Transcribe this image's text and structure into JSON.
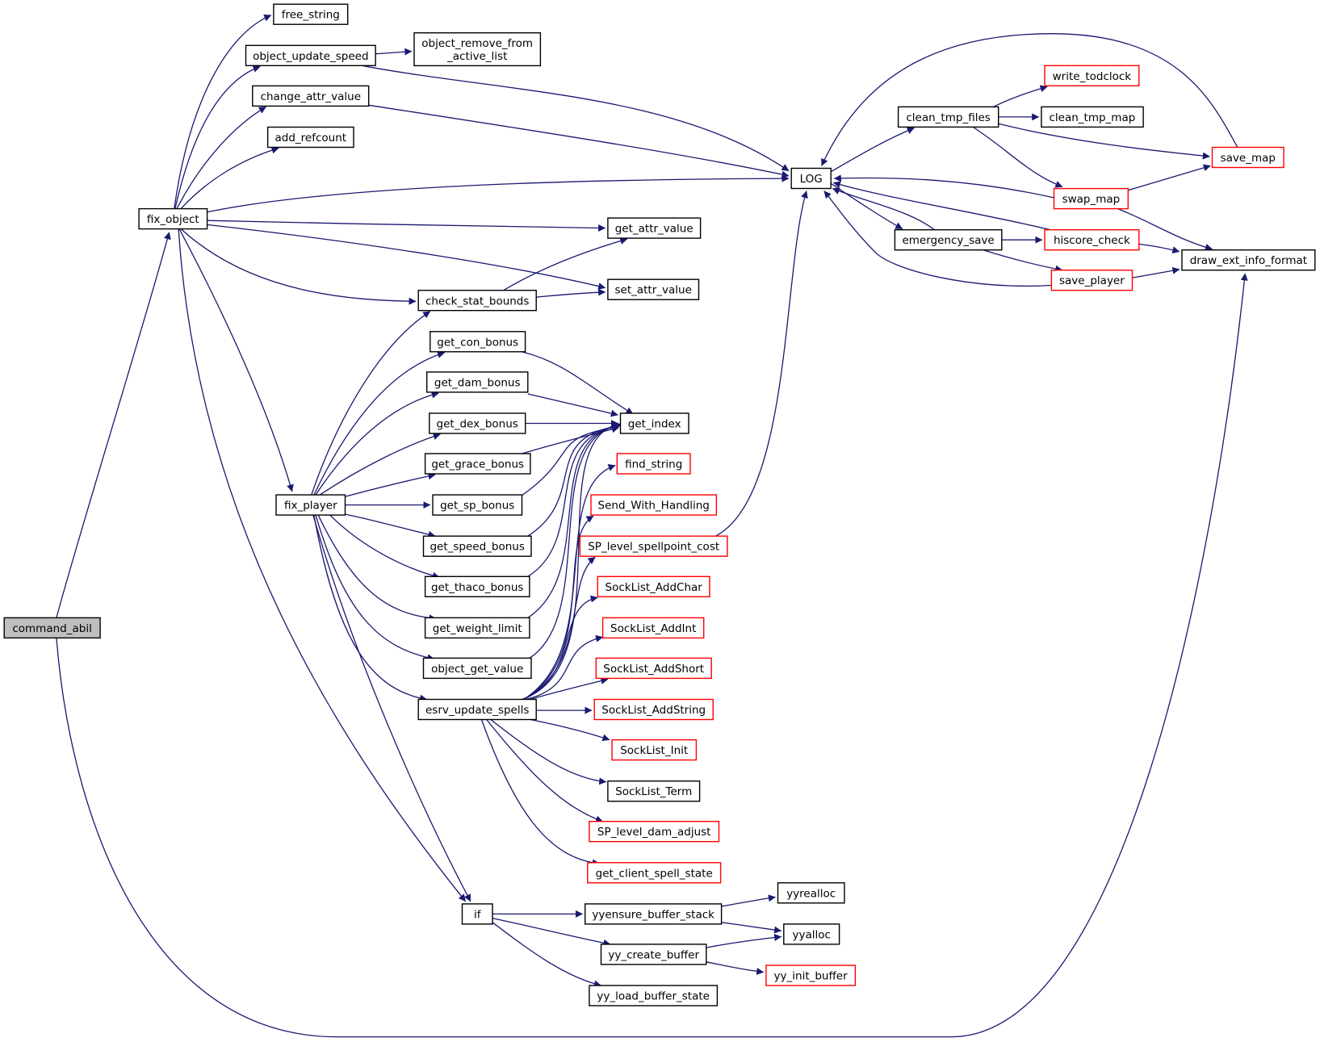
{
  "colors": {
    "edge": "#191970",
    "node_border": "#000000",
    "node_border_truncated": "#ff0000",
    "root_fill": "#bfbfbf",
    "node_fill": "#ffffff"
  },
  "nodes": [
    {
      "id": "command_abil",
      "label": "command_abil",
      "root": true
    },
    {
      "id": "fix_object",
      "label": "fix_object"
    },
    {
      "id": "free_string",
      "label": "free_string"
    },
    {
      "id": "object_update_speed",
      "label": "object_update_speed"
    },
    {
      "id": "object_remove_from_active_list",
      "label": "object_remove_from",
      "label2": "_active_list"
    },
    {
      "id": "change_attr_value",
      "label": "change_attr_value"
    },
    {
      "id": "add_refcount",
      "label": "add_refcount"
    },
    {
      "id": "LOG",
      "label": "LOG"
    },
    {
      "id": "get_attr_value",
      "label": "get_attr_value"
    },
    {
      "id": "set_attr_value",
      "label": "set_attr_value"
    },
    {
      "id": "check_stat_bounds",
      "label": "check_stat_bounds"
    },
    {
      "id": "fix_player",
      "label": "fix_player"
    },
    {
      "id": "get_con_bonus",
      "label": "get_con_bonus"
    },
    {
      "id": "get_dam_bonus",
      "label": "get_dam_bonus"
    },
    {
      "id": "get_dex_bonus",
      "label": "get_dex_bonus"
    },
    {
      "id": "get_grace_bonus",
      "label": "get_grace_bonus"
    },
    {
      "id": "get_sp_bonus",
      "label": "get_sp_bonus"
    },
    {
      "id": "get_speed_bonus",
      "label": "get_speed_bonus"
    },
    {
      "id": "get_thaco_bonus",
      "label": "get_thaco_bonus"
    },
    {
      "id": "get_weight_limit",
      "label": "get_weight_limit"
    },
    {
      "id": "object_get_value",
      "label": "object_get_value"
    },
    {
      "id": "esrv_update_spells",
      "label": "esrv_update_spells"
    },
    {
      "id": "get_index",
      "label": "get_index"
    },
    {
      "id": "find_string",
      "label": "find_string",
      "truncated": true
    },
    {
      "id": "Send_With_Handling",
      "label": "Send_With_Handling",
      "truncated": true
    },
    {
      "id": "SP_level_spellpoint_cost",
      "label": "SP_level_spellpoint_cost",
      "truncated": true
    },
    {
      "id": "SockList_AddChar",
      "label": "SockList_AddChar",
      "truncated": true
    },
    {
      "id": "SockList_AddInt",
      "label": "SockList_AddInt",
      "truncated": true
    },
    {
      "id": "SockList_AddShort",
      "label": "SockList_AddShort",
      "truncated": true
    },
    {
      "id": "SockList_AddString",
      "label": "SockList_AddString",
      "truncated": true
    },
    {
      "id": "SockList_Init",
      "label": "SockList_Init",
      "truncated": true
    },
    {
      "id": "SockList_Term",
      "label": "SockList_Term"
    },
    {
      "id": "SP_level_dam_adjust",
      "label": "SP_level_dam_adjust",
      "truncated": true
    },
    {
      "id": "get_client_spell_state",
      "label": "get_client_spell_state",
      "truncated": true
    },
    {
      "id": "if",
      "label": "if"
    },
    {
      "id": "yyensure_buffer_stack",
      "label": "yyensure_buffer_stack"
    },
    {
      "id": "yyrealloc",
      "label": "yyrealloc"
    },
    {
      "id": "yyalloc",
      "label": "yyalloc"
    },
    {
      "id": "yy_create_buffer",
      "label": "yy_create_buffer"
    },
    {
      "id": "yy_init_buffer",
      "label": "yy_init_buffer",
      "truncated": true
    },
    {
      "id": "yy_load_buffer_state",
      "label": "yy_load_buffer_state"
    },
    {
      "id": "clean_tmp_files",
      "label": "clean_tmp_files"
    },
    {
      "id": "write_todclock",
      "label": "write_todclock",
      "truncated": true
    },
    {
      "id": "clean_tmp_map",
      "label": "clean_tmp_map"
    },
    {
      "id": "save_map",
      "label": "save_map",
      "truncated": true
    },
    {
      "id": "swap_map",
      "label": "swap_map",
      "truncated": true
    },
    {
      "id": "emergency_save",
      "label": "emergency_save"
    },
    {
      "id": "hiscore_check",
      "label": "hiscore_check",
      "truncated": true
    },
    {
      "id": "save_player",
      "label": "save_player",
      "truncated": true
    },
    {
      "id": "draw_ext_info_format",
      "label": "draw_ext_info_format"
    }
  ],
  "edges": [
    [
      "command_abil",
      "fix_object"
    ],
    [
      "command_abil",
      "draw_ext_info_format"
    ],
    [
      "fix_object",
      "free_string"
    ],
    [
      "fix_object",
      "object_update_speed"
    ],
    [
      "fix_object",
      "change_attr_value"
    ],
    [
      "fix_object",
      "add_refcount"
    ],
    [
      "fix_object",
      "LOG"
    ],
    [
      "fix_object",
      "get_attr_value"
    ],
    [
      "fix_object",
      "set_attr_value"
    ],
    [
      "fix_object",
      "check_stat_bounds"
    ],
    [
      "fix_object",
      "fix_player"
    ],
    [
      "fix_object",
      "if"
    ],
    [
      "object_update_speed",
      "object_remove_from_active_list"
    ],
    [
      "object_update_speed",
      "LOG"
    ],
    [
      "change_attr_value",
      "LOG"
    ],
    [
      "check_stat_bounds",
      "get_attr_value"
    ],
    [
      "check_stat_bounds",
      "set_attr_value"
    ],
    [
      "fix_player",
      "check_stat_bounds"
    ],
    [
      "fix_player",
      "get_con_bonus"
    ],
    [
      "fix_player",
      "get_dam_bonus"
    ],
    [
      "fix_player",
      "get_dex_bonus"
    ],
    [
      "fix_player",
      "get_grace_bonus"
    ],
    [
      "fix_player",
      "get_sp_bonus"
    ],
    [
      "fix_player",
      "get_speed_bonus"
    ],
    [
      "fix_player",
      "get_thaco_bonus"
    ],
    [
      "fix_player",
      "get_weight_limit"
    ],
    [
      "fix_player",
      "object_get_value"
    ],
    [
      "fix_player",
      "esrv_update_spells"
    ],
    [
      "fix_player",
      "if"
    ],
    [
      "get_con_bonus",
      "get_index"
    ],
    [
      "get_dam_bonus",
      "get_index"
    ],
    [
      "get_dex_bonus",
      "get_index"
    ],
    [
      "get_grace_bonus",
      "get_index"
    ],
    [
      "get_sp_bonus",
      "get_index"
    ],
    [
      "get_speed_bonus",
      "get_index"
    ],
    [
      "get_thaco_bonus",
      "get_index"
    ],
    [
      "get_weight_limit",
      "get_index"
    ],
    [
      "object_get_value",
      "get_index"
    ],
    [
      "esrv_update_spells",
      "get_index"
    ],
    [
      "esrv_update_spells",
      "find_string"
    ],
    [
      "esrv_update_spells",
      "Send_With_Handling"
    ],
    [
      "esrv_update_spells",
      "SP_level_spellpoint_cost"
    ],
    [
      "esrv_update_spells",
      "SockList_AddChar"
    ],
    [
      "esrv_update_spells",
      "SockList_AddInt"
    ],
    [
      "esrv_update_spells",
      "SockList_AddShort"
    ],
    [
      "esrv_update_spells",
      "SockList_AddString"
    ],
    [
      "esrv_update_spells",
      "SockList_Init"
    ],
    [
      "esrv_update_spells",
      "SockList_Term"
    ],
    [
      "esrv_update_spells",
      "SP_level_dam_adjust"
    ],
    [
      "esrv_update_spells",
      "get_client_spell_state"
    ],
    [
      "SP_level_spellpoint_cost",
      "LOG"
    ],
    [
      "if",
      "yyensure_buffer_stack"
    ],
    [
      "if",
      "yy_create_buffer"
    ],
    [
      "if",
      "yy_load_buffer_state"
    ],
    [
      "yyensure_buffer_stack",
      "yyrealloc"
    ],
    [
      "yyensure_buffer_stack",
      "yyalloc"
    ],
    [
      "yy_create_buffer",
      "yyalloc"
    ],
    [
      "yy_create_buffer",
      "yy_init_buffer"
    ],
    [
      "LOG",
      "clean_tmp_files"
    ],
    [
      "LOG",
      "emergency_save"
    ],
    [
      "clean_tmp_files",
      "write_todclock"
    ],
    [
      "clean_tmp_files",
      "clean_tmp_map"
    ],
    [
      "clean_tmp_files",
      "save_map"
    ],
    [
      "clean_tmp_files",
      "swap_map"
    ],
    [
      "save_map",
      "LOG"
    ],
    [
      "swap_map",
      "LOG"
    ],
    [
      "swap_map",
      "save_map"
    ],
    [
      "swap_map",
      "draw_ext_info_format"
    ],
    [
      "emergency_save",
      "LOG"
    ],
    [
      "emergency_save",
      "hiscore_check"
    ],
    [
      "emergency_save",
      "save_player"
    ],
    [
      "hiscore_check",
      "LOG"
    ],
    [
      "hiscore_check",
      "draw_ext_info_format"
    ],
    [
      "save_player",
      "LOG"
    ],
    [
      "save_player",
      "draw_ext_info_format"
    ]
  ]
}
